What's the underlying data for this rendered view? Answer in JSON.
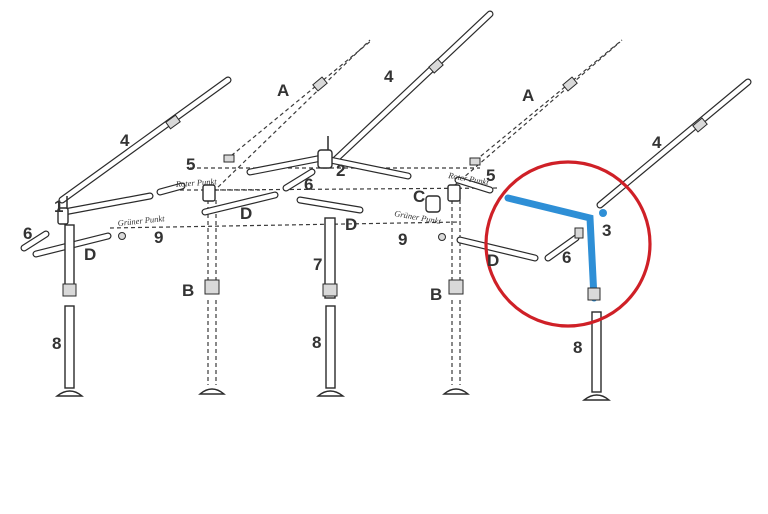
{
  "labels": {
    "part_1": "1",
    "part_2": "2",
    "part_3": "3",
    "part_4_left": "4",
    "part_4_center": "4",
    "part_4_right": "4",
    "part_5_left": "5",
    "part_5_right": "5",
    "part_6_far_left": "6",
    "part_6_center": "6",
    "part_6_right": "6",
    "part_7": "7",
    "part_8_left": "8",
    "part_8_center": "8",
    "part_8_right": "8",
    "part_9_left": "9",
    "part_9_right": "9",
    "part_A_left": "A",
    "part_A_right": "A",
    "part_B_left": "B",
    "part_B_right": "B",
    "part_C": "C",
    "part_D_far_left": "D",
    "part_D_left": "D",
    "part_D_center": "D",
    "part_D_right": "D"
  },
  "notes": {
    "roter_punkt_left": "Roter Punkt",
    "roter_punkt_right": "Roter Punkt",
    "gruener_punkt_left": "Grüner Punkt",
    "gruener_punkt_right": "Grüner Punkt"
  },
  "colors": {
    "line": "#2b2b2b",
    "highlight_part": "#2e8fd6",
    "highlight_circle": "#cf2027",
    "background": "#ffffff"
  }
}
